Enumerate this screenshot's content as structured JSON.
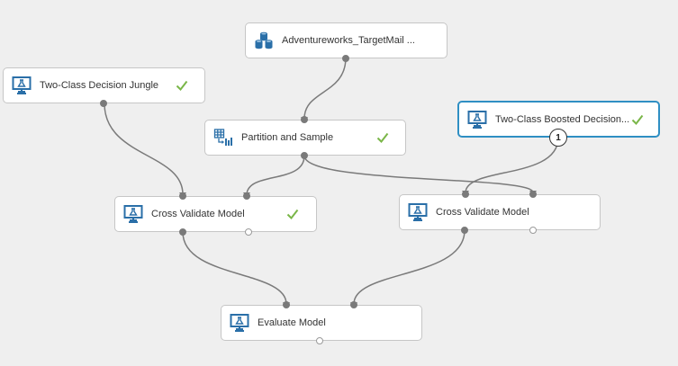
{
  "modules": {
    "dataset": {
      "label": "Adventureworks_TargetMail ...",
      "icon": "dataset-icon"
    },
    "jungle": {
      "label": "Two-Class Decision Jungle",
      "icon": "model-icon",
      "status": "completed"
    },
    "partition": {
      "label": "Partition and Sample",
      "icon": "partition-icon",
      "status": "completed"
    },
    "boosted": {
      "label": "Two-Class Boosted Decision...",
      "icon": "model-icon",
      "status": "completed",
      "selected": true,
      "badge": "1"
    },
    "cv1": {
      "label": "Cross Validate Model",
      "icon": "model-icon",
      "status": "completed"
    },
    "cv2": {
      "label": "Cross Validate Model",
      "icon": "model-icon"
    },
    "evaluate": {
      "label": "Evaluate Model",
      "icon": "model-icon"
    }
  },
  "colors": {
    "canvas": "#efefef",
    "node_border": "#c6c6c6",
    "selected_border": "#2f8fc3",
    "check": "#7ab648",
    "wire": "#7a7a7a",
    "icon": "#2a6fa8"
  }
}
